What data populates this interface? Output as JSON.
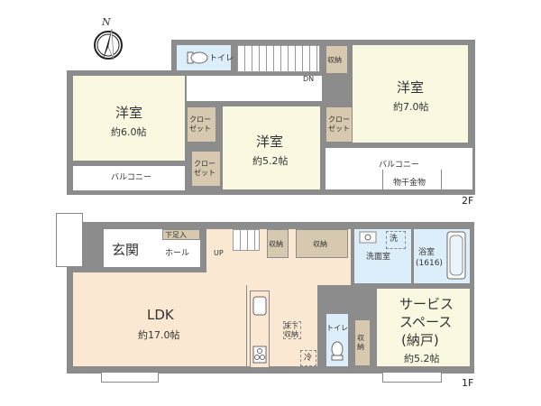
{
  "compass": {
    "label": "N"
  },
  "floors": {
    "second": {
      "tag": "2F",
      "rooms": {
        "western_left": {
          "name": "洋室",
          "size": "約6.0帖"
        },
        "western_center": {
          "name": "洋室",
          "size": "約5.2帖"
        },
        "western_right": {
          "name": "洋室",
          "size": "約7.0帖"
        },
        "toilet": {
          "name": "トイレ"
        },
        "storage": {
          "name": "収納"
        },
        "closet_1": {
          "name": "クロー\nゼット"
        },
        "closet_2": {
          "name": "クロー\nゼット"
        },
        "closet_3": {
          "name": "クロー\nゼット"
        },
        "balcony_left": {
          "name": "バルコニー"
        },
        "balcony_right": {
          "name": "バルコニー",
          "note": "物干金物"
        },
        "stairs": {
          "direction": "DN"
        }
      }
    },
    "first": {
      "tag": "1F",
      "rooms": {
        "entrance": {
          "name": "玄関"
        },
        "shoe_storage": {
          "name": "下足入"
        },
        "hall": {
          "name": "ホール"
        },
        "ldk": {
          "name": "LDK",
          "size": "約17.0帖"
        },
        "storage_1": {
          "name": "収納"
        },
        "storage_2": {
          "name": "収納"
        },
        "washroom": {
          "name": "洗面室",
          "washer": "洗"
        },
        "bathroom": {
          "name": "浴室",
          "spec": "(1616)"
        },
        "service_space": {
          "name_line1": "サービス",
          "name_line2": "スペース",
          "name_line3": "(納戸)",
          "size": "約5.2帖"
        },
        "toilet": {
          "name": "トイレ"
        },
        "storage_3": {
          "name": "収\n納"
        },
        "underfloor": {
          "name": "床下\n収納"
        },
        "fridge": {
          "name": "冷"
        },
        "stairs": {
          "direction": "UP"
        }
      }
    }
  }
}
